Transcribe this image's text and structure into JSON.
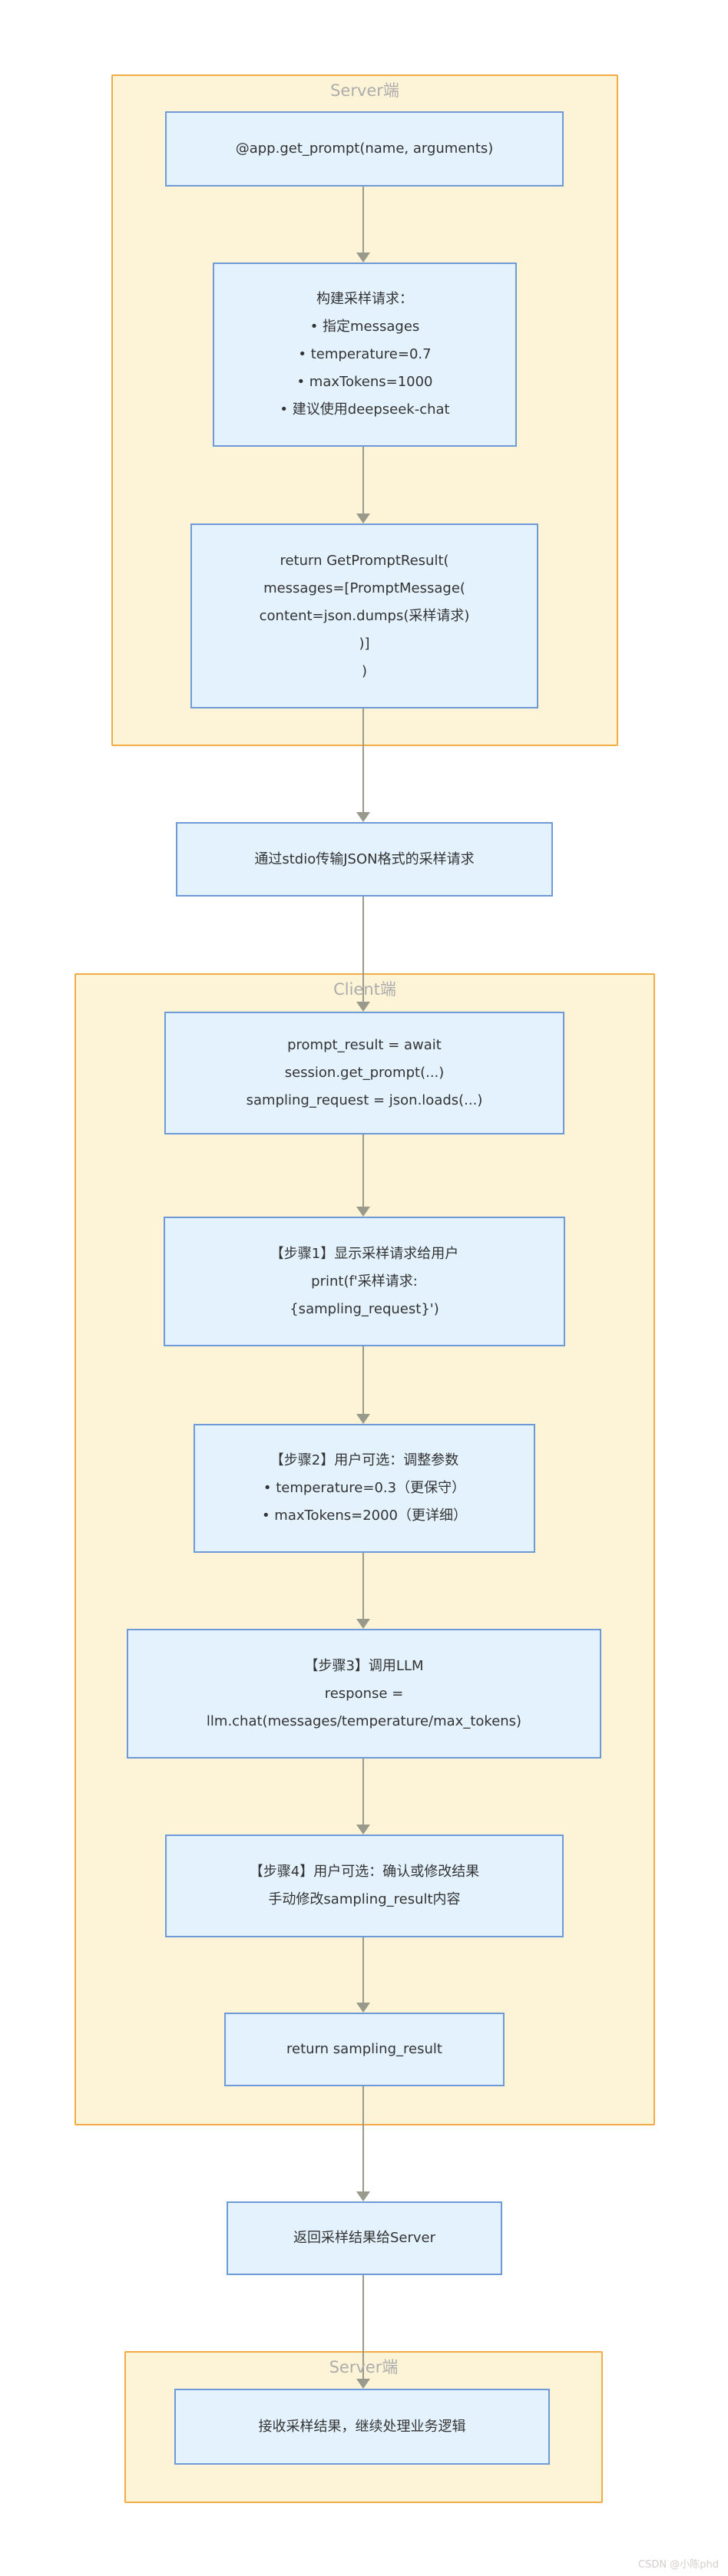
{
  "containers": {
    "server_top": {
      "label": "Server端"
    },
    "client": {
      "label": "Client端"
    },
    "server_bottom": {
      "label": "Server端"
    }
  },
  "nodes": {
    "get_prompt": {
      "lines": [
        "@app.get_prompt(name, arguments)"
      ]
    },
    "build_request": {
      "lines": [
        "构建采样请求：",
        "• 指定messages",
        "• temperature=0.7",
        "• maxTokens=1000",
        "• 建议使用deepseek-chat"
      ]
    },
    "return_prompt_result": {
      "lines": [
        "return GetPromptResult(",
        "messages=[PromptMessage(",
        "content=json.dumps(采样请求)",
        ")]",
        ")"
      ]
    },
    "stdio_transfer": {
      "lines": [
        "通过stdio传输JSON格式的采样请求"
      ]
    },
    "client_receive": {
      "lines": [
        "prompt_result = await",
        "session.get_prompt(...)",
        "sampling_request = json.loads(...)"
      ]
    },
    "step1": {
      "lines": [
        "【步骤1】显示采样请求给用户",
        "print(f'采样请求:",
        "{sampling_request}')"
      ]
    },
    "step2": {
      "lines": [
        "【步骤2】用户可选：调整参数",
        "• temperature=0.3（更保守）",
        "• maxTokens=2000（更详细）"
      ]
    },
    "step3": {
      "lines": [
        "【步骤3】调用LLM",
        "response =",
        "llm.chat(messages/temperature/max_tokens)"
      ]
    },
    "step4": {
      "lines": [
        "【步骤4】用户可选：确认或修改结果",
        "手动修改sampling_result内容"
      ]
    },
    "return_result": {
      "lines": [
        "return sampling_result"
      ]
    },
    "send_back": {
      "lines": [
        "返回采样结果给Server"
      ]
    },
    "server_receive": {
      "lines": [
        "接收采样结果，继续处理业务逻辑"
      ]
    }
  },
  "colors": {
    "container_fill": "#FDF4D7",
    "container_border": "#F2AC45",
    "node_fill": "#E3F2FD",
    "node_border": "#6F9AD8",
    "arrow": "#99998C",
    "text": "#333333",
    "container_label": "#ACACAC"
  },
  "watermark": "CSDN @小陈phd"
}
